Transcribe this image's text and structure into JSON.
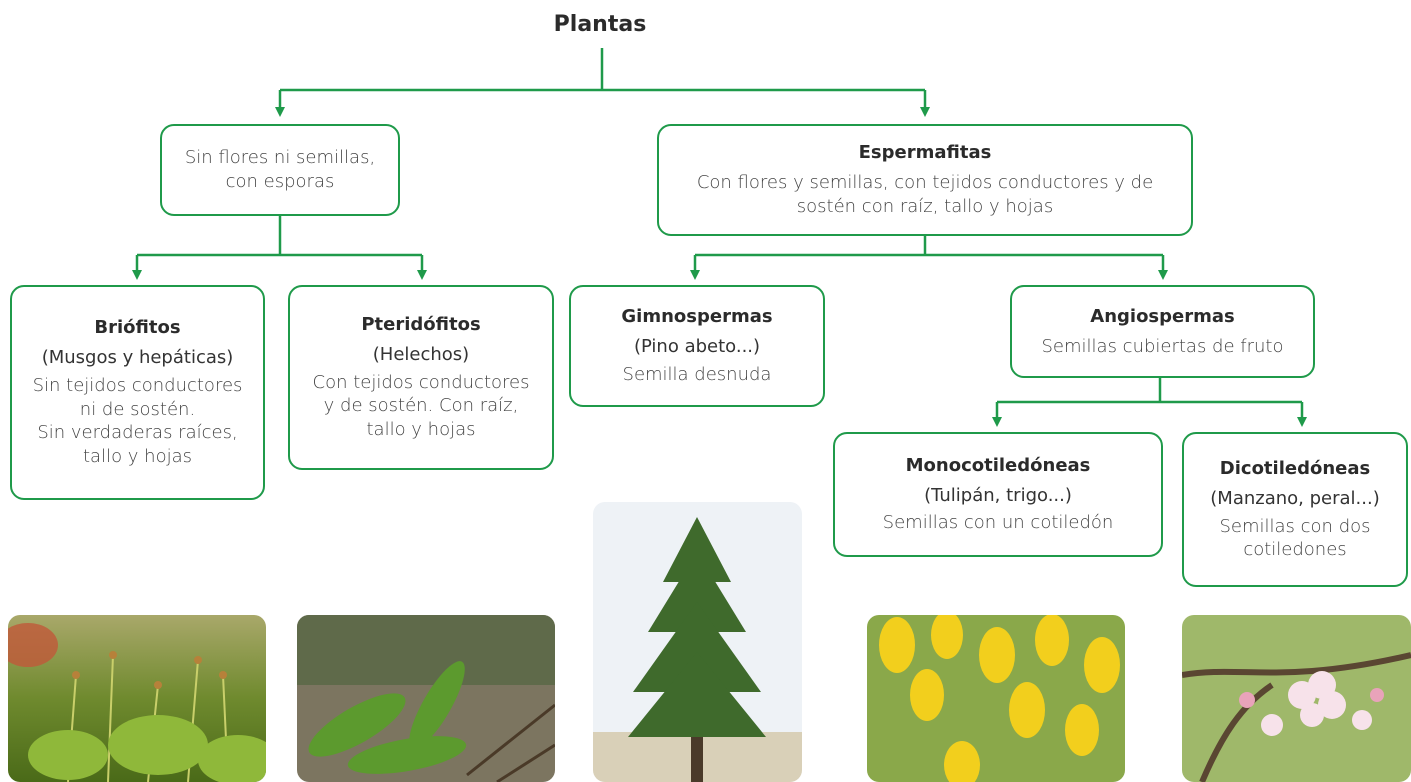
{
  "root": "Plantas",
  "sin_flores": {
    "lines": [
      "Sin flores ni semillas,",
      "con esporas"
    ]
  },
  "espermafitas": {
    "head": "Espermafitas",
    "lines": [
      "Con flores y semillas, con tejidos conductores y de",
      "sostén con raíz, tallo y hojas"
    ]
  },
  "briofitos": {
    "head": "Briófitos",
    "sub": "(Musgos y hepáticas)",
    "lines": [
      "Sin tejidos conductores",
      "ni de sostén.",
      "Sin verdaderas raíces,",
      "tallo y hojas"
    ]
  },
  "pteridofitos": {
    "head": "Pteridófitos",
    "sub": "(Helechos)",
    "lines": [
      "Con tejidos conductores",
      "y de sostén. Con raíz,",
      "tallo y hojas"
    ]
  },
  "gimnospermas": {
    "head": "Gimnospermas",
    "sub": "(Pino abeto...)",
    "lines": [
      "Semilla desnuda"
    ]
  },
  "angiospermas": {
    "head": "Angiospermas",
    "lines": [
      "Semillas cubiertas de fruto"
    ]
  },
  "monocotiledoneas": {
    "head": "Monocotiledóneas",
    "sub": "(Tulipán, trigo...)",
    "lines": [
      "Semillas con un cotiledón"
    ]
  },
  "dicotiledoneas": {
    "head": "Dicotiledóneas",
    "sub": "(Manzano, peral...)",
    "lines": [
      "Semillas con dos",
      "cotiledones"
    ]
  },
  "photos": [
    "moss-photo",
    "fern-photo",
    "pine-photo",
    "tulip-photo",
    "apple-blossom-photo"
  ],
  "colors": {
    "accent": "#1f9a4a"
  }
}
